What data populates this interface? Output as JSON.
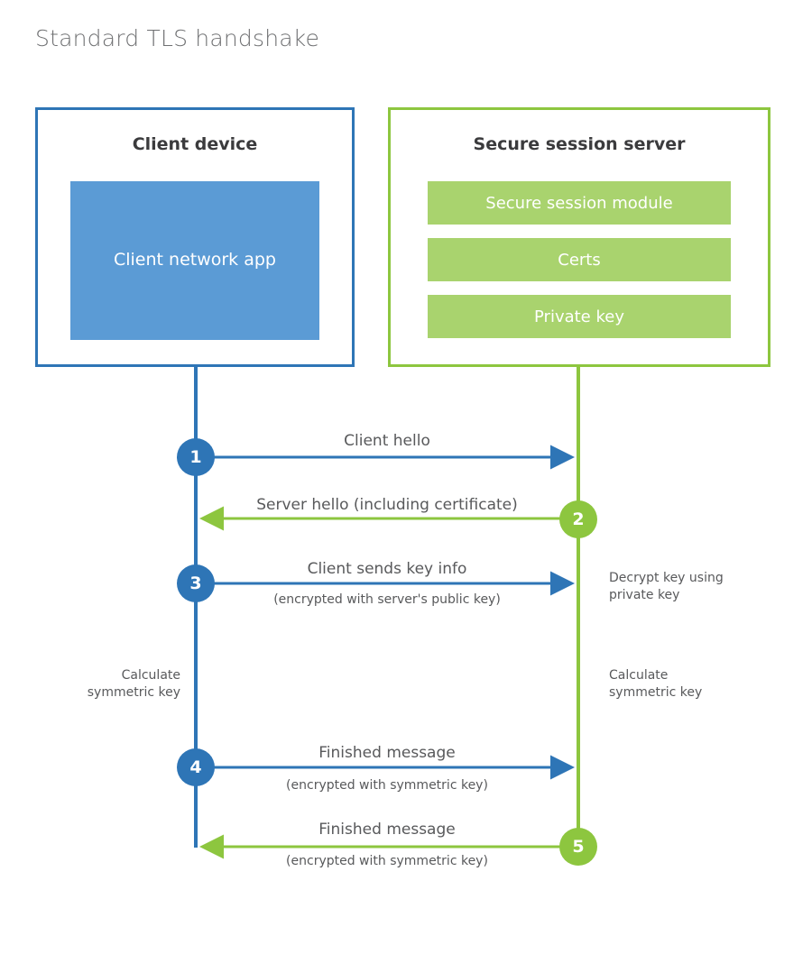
{
  "title": "Standard TLS handshake",
  "colors": {
    "client_accent": "#2e75b6",
    "client_fill": "#5b9bd5",
    "server_accent": "#8dc63f",
    "server_fill": "#a9d36e",
    "text": "#58595b",
    "title_text": "#6f7072",
    "background": "#ffffff"
  },
  "client": {
    "title": "Client device",
    "app_label": "Client network app"
  },
  "server": {
    "title": "Secure session server",
    "modules": [
      {
        "label": "Secure session module"
      },
      {
        "label": "Certs"
      },
      {
        "label": "Private key"
      }
    ]
  },
  "steps": [
    {
      "number": "1",
      "side": "client",
      "direction": "right",
      "label": "Client hello",
      "sublabel": ""
    },
    {
      "number": "2",
      "side": "server",
      "direction": "left",
      "label": "Server hello (including certificate)",
      "sublabel": ""
    },
    {
      "number": "3",
      "side": "client",
      "direction": "right",
      "label": "Client sends key info",
      "sublabel": "(encrypted with server's public key)"
    },
    {
      "number": "4",
      "side": "client",
      "direction": "right",
      "label": "Finished message",
      "sublabel": "(encrypted with symmetric key)"
    },
    {
      "number": "5",
      "side": "server",
      "direction": "left",
      "label": "Finished message",
      "sublabel": "(encrypted with symmetric key)"
    }
  ],
  "notes": {
    "decrypt_key": "Decrypt key using\nprivate key",
    "client_calculate": "Calculate\nsymmetric key",
    "server_calculate": "Calculate\nsymmetric key"
  }
}
